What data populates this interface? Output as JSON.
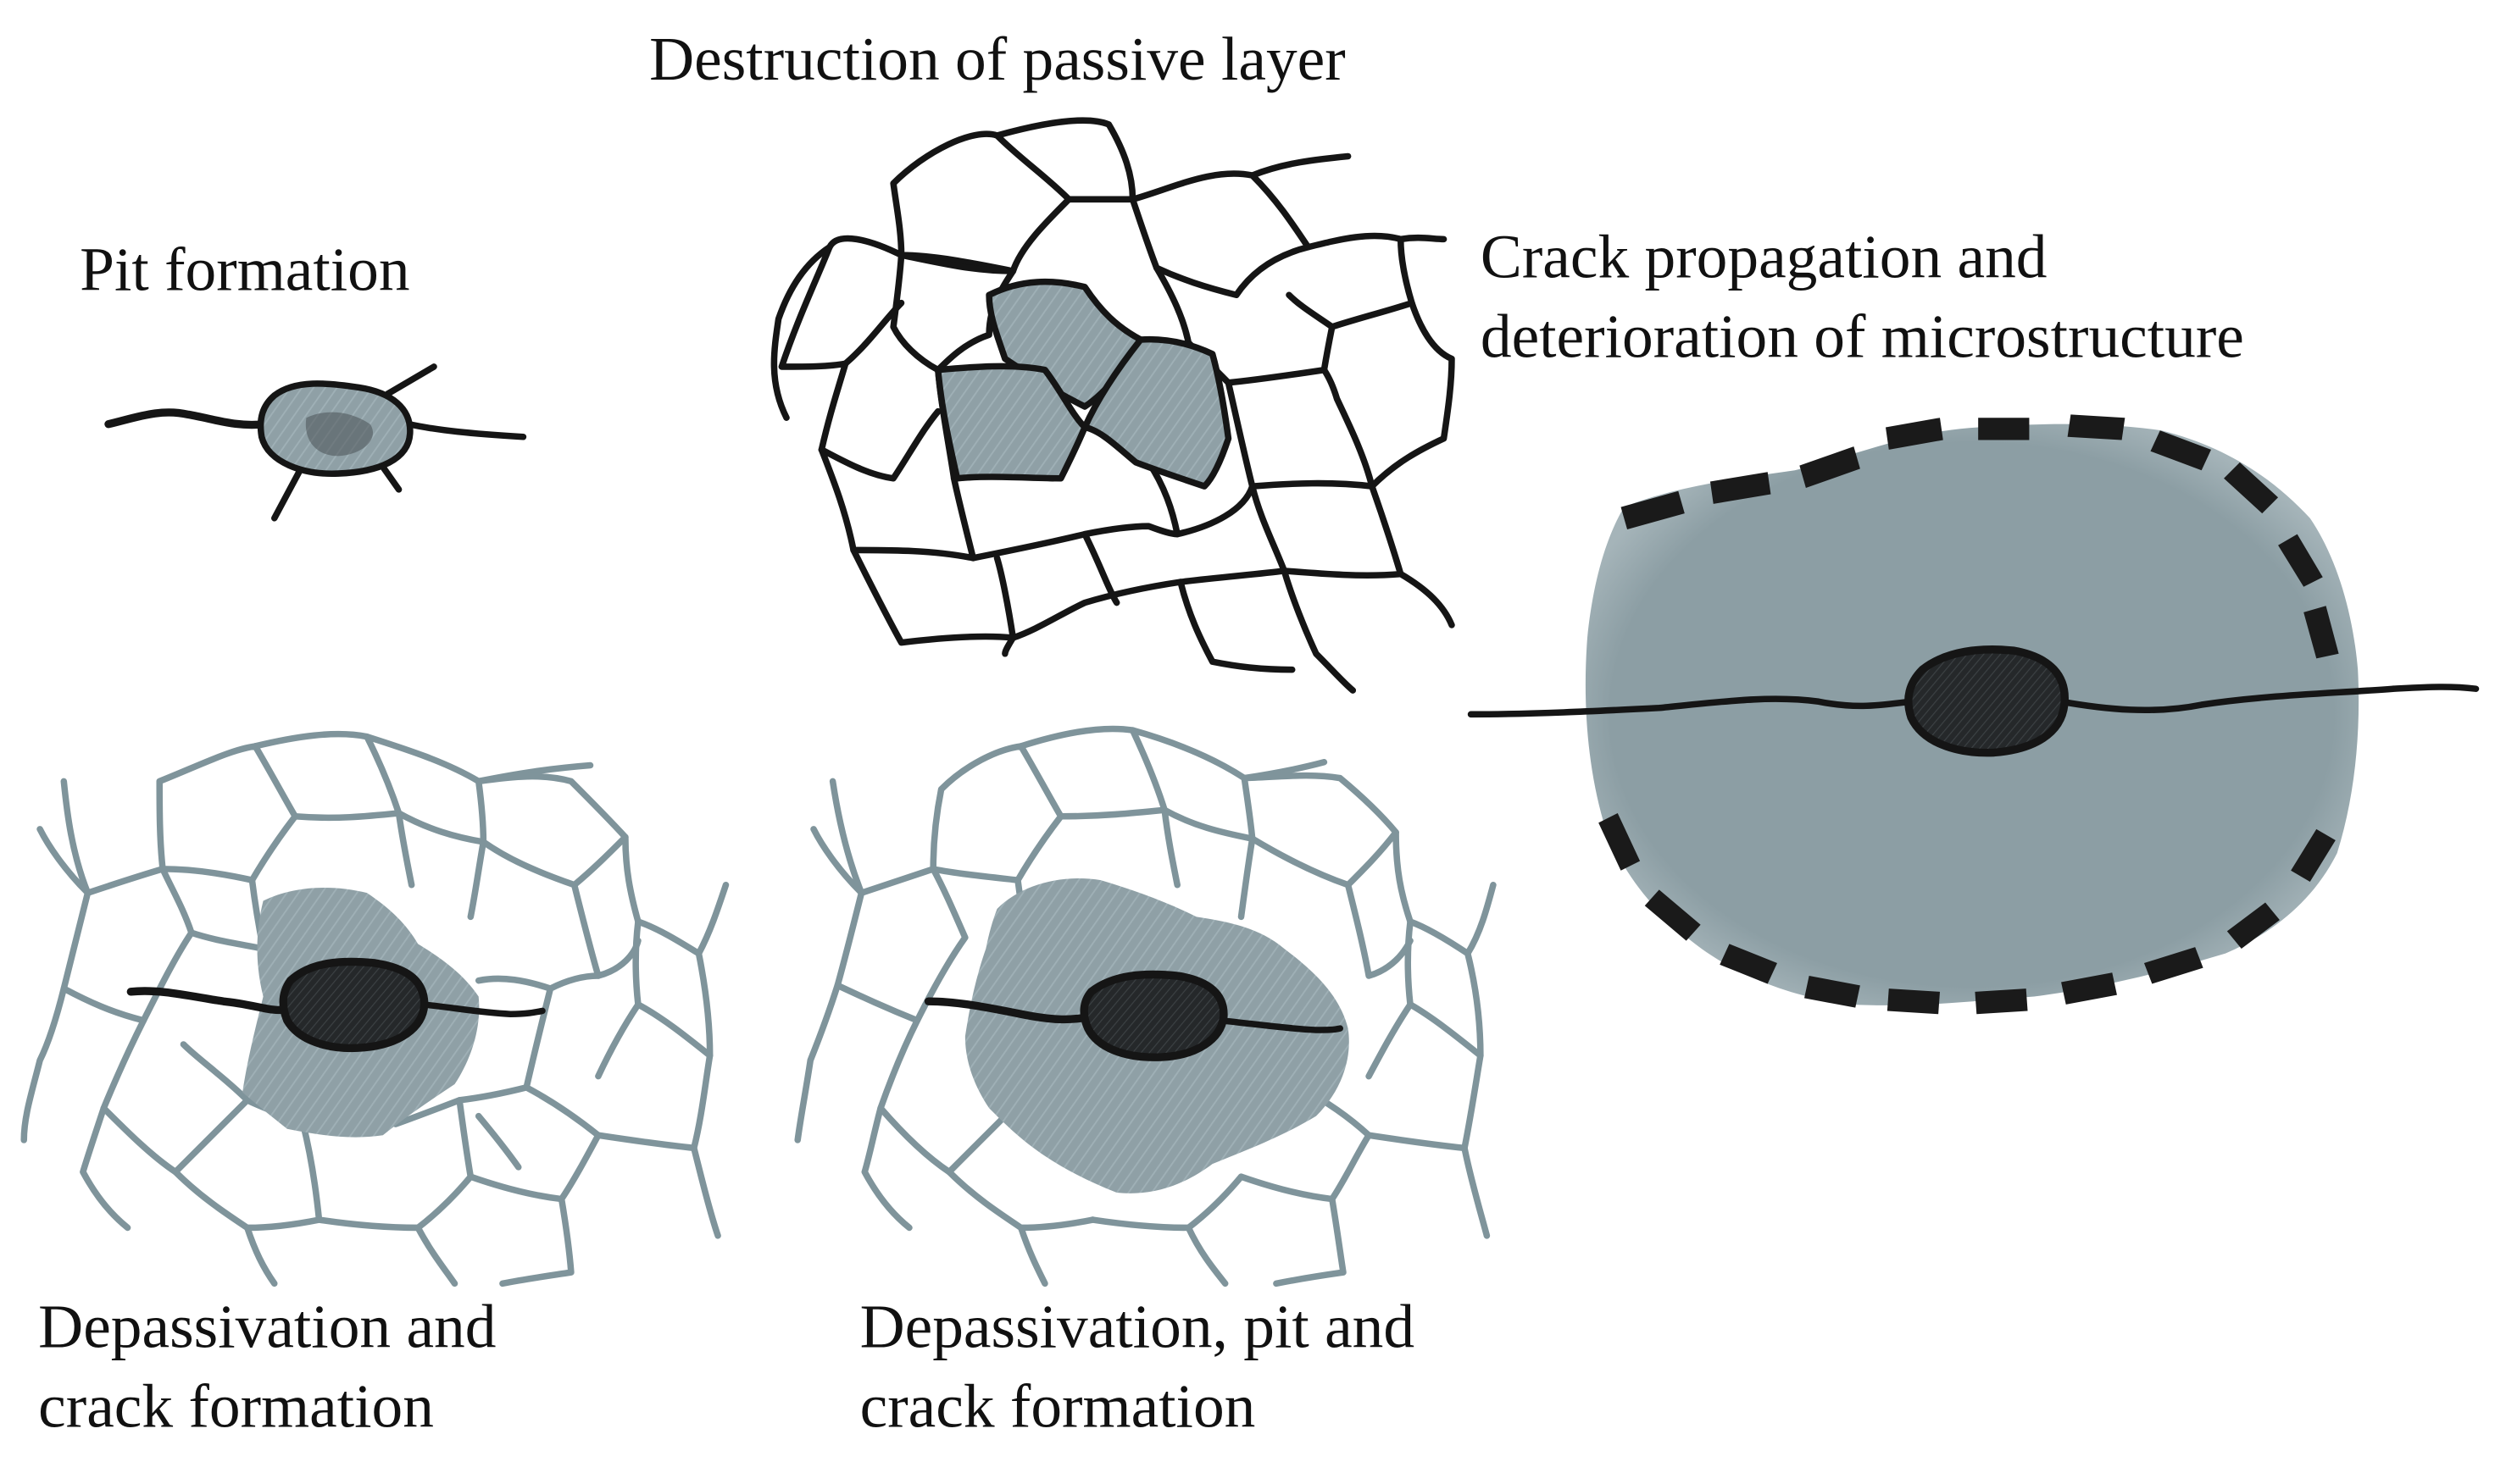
{
  "labels": {
    "destruction": "Destruction of passive layer",
    "pit": "Pit formation",
    "crack_propagation": [
      "Crack propagation and",
      "deterioration of microstructure"
    ],
    "depassivation_crack": [
      "Depassivation and",
      "crack formation"
    ],
    "depassivation_pit_crack": [
      "Depassivation, pit and",
      "crack formation"
    ]
  },
  "colors": {
    "ink": "#151515",
    "grain_outline_grey": "#7f949b",
    "corroded_fill": "#8fa0a6",
    "pit_fill": "#2a2d2f",
    "text": "#111111"
  }
}
